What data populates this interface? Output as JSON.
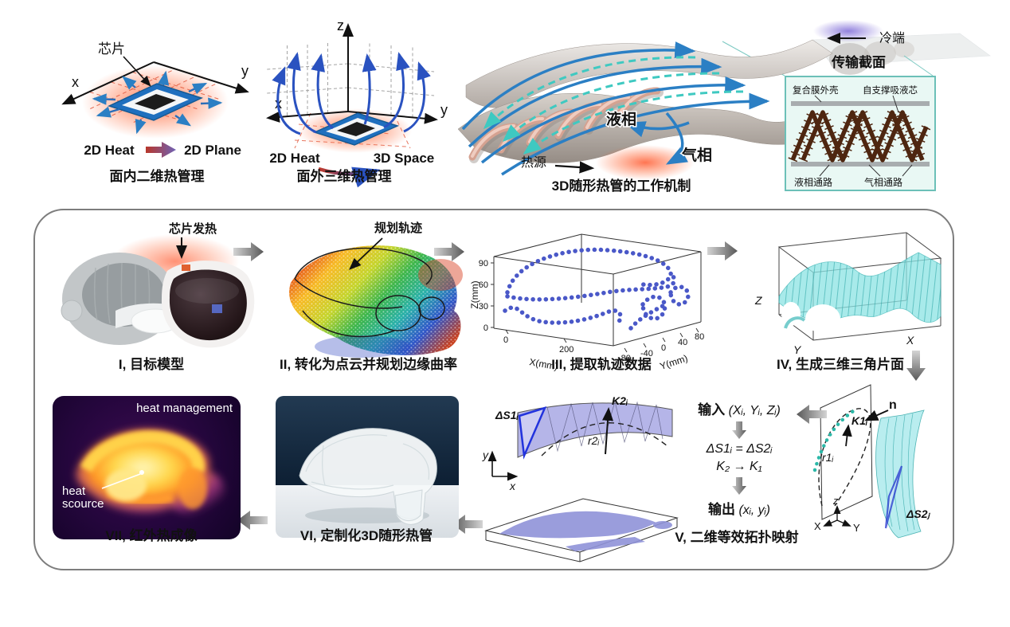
{
  "colors": {
    "heat_red": "#c8231c",
    "plane_blue": "#1f3fae",
    "flow_blue": "#2b7fc4",
    "teal": "#17b0b8",
    "purple_band": "#b5b5e8",
    "cyan_surface": "#8be4e4",
    "wick_brown": "#4e2610",
    "arrow_gray": "#8a8a8a"
  },
  "panelA": {
    "chip_label": "芯片",
    "x_axis": "x",
    "y_axis": "y",
    "heat": "2D Heat",
    "plane": "2D Plane",
    "caption": "面内二维热管理"
  },
  "panelB": {
    "z_axis": "z",
    "x_axis": "x",
    "y_axis": "y",
    "heat": "2D Heat",
    "space": "3D Space",
    "caption": "面外三维热管理"
  },
  "panelC": {
    "liquid": "液相",
    "vapor": "气相",
    "heat_source": "热源",
    "cold_end": "冷端",
    "caption": "3D随形热管的工作机制"
  },
  "inset": {
    "title": "传输截面",
    "shell": "复合膜外壳",
    "wick": "自支撑吸液芯",
    "liquid_path": "液相通路",
    "vapor_path": "气相通路"
  },
  "steps": {
    "s1": {
      "annotation": "芯片发热",
      "caption": "I, 目标模型"
    },
    "s2": {
      "annotation": "规划轨迹",
      "caption": "II, 转化为点云并规划边缘曲率"
    },
    "s3": {
      "caption": "III, 提取轨迹数据",
      "zlabel": "Z(mm)",
      "xlabel": "X(mm)",
      "ylabel": "Y(mm)",
      "zticks": [
        "90",
        "60",
        "30",
        "0"
      ],
      "xticks": [
        "0",
        "200"
      ],
      "yticks": [
        "-80",
        "-40",
        "0",
        "40",
        "80"
      ]
    },
    "s4": {
      "caption": "IV, 生成三维三角片面",
      "z": "Z",
      "y": "Y",
      "x": "X"
    },
    "s5": {
      "caption": "V, 二维等效拓扑映射",
      "ds1": "ΔS1ᵢ",
      "k2": "K2ᵢ",
      "r2": "r2ᵢ",
      "y": "y",
      "x": "x",
      "input_kw": "输入",
      "input_vars": "(Xᵢ, Yᵢ, Zᵢ)",
      "eq1": "ΔS1ᵢ = ΔS2ᵢ",
      "eq2": "K₂ → K₁",
      "output_kw": "输出",
      "output_vars": "(xᵢ, yᵢ)",
      "k1": "K1ᵢ",
      "r1": "r1ᵢ",
      "n": "n",
      "ds2": "ΔS2ⱼ",
      "tz": "z",
      "tx": "X",
      "ty": "Y"
    },
    "s6": {
      "caption": "VI, 定制化3D随形热管"
    },
    "s7": {
      "caption": "VII, 红外热成像",
      "tag": "heat management",
      "source_line1": "heat",
      "source_line2": "scource"
    }
  }
}
